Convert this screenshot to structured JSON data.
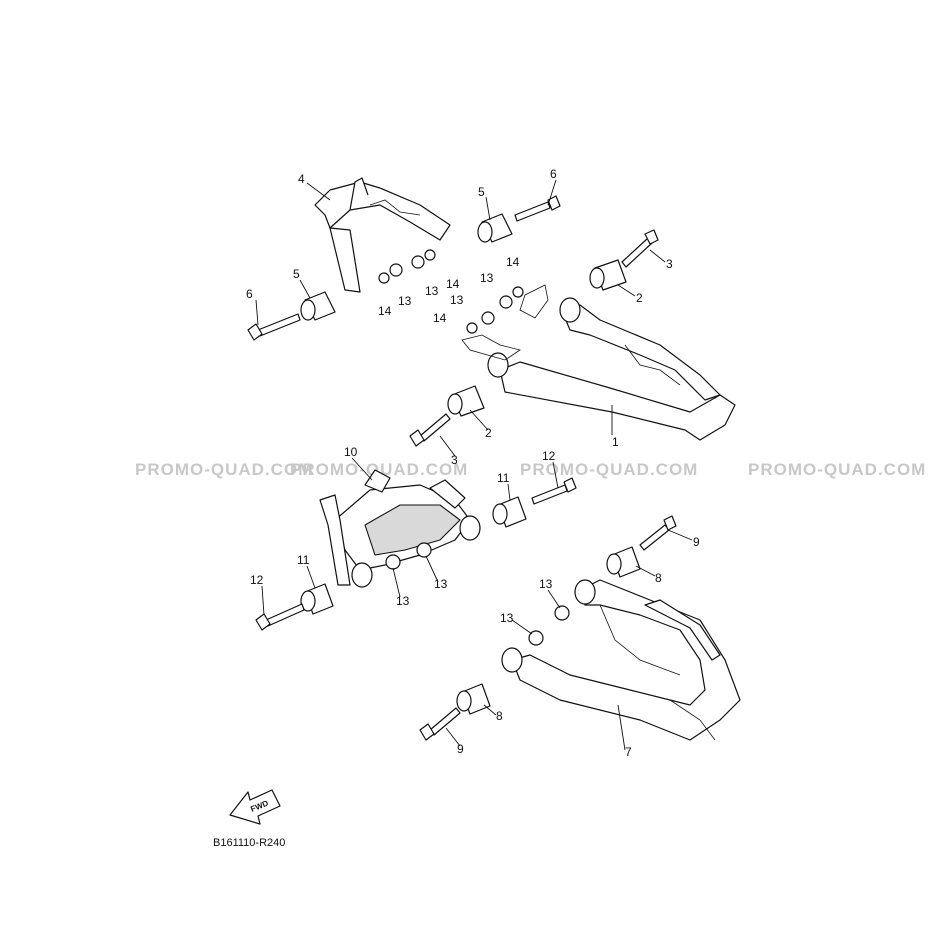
{
  "watermarks": [
    "PROMO-QUAD.COM",
    "PROMO-QUAD.COM",
    "PROMO-QUAD.COM",
    "PROMO-QUAD.COM"
  ],
  "callouts": [
    "1",
    "2",
    "2",
    "3",
    "3",
    "4",
    "5",
    "5",
    "6",
    "6",
    "7",
    "8",
    "8",
    "9",
    "9",
    "10",
    "11",
    "11",
    "12",
    "12",
    "13",
    "13",
    "13",
    "13",
    "13",
    "13",
    "13",
    "14",
    "14",
    "14",
    "14"
  ],
  "fwd_label": "FWD",
  "diagram_code": "B161110-R240"
}
